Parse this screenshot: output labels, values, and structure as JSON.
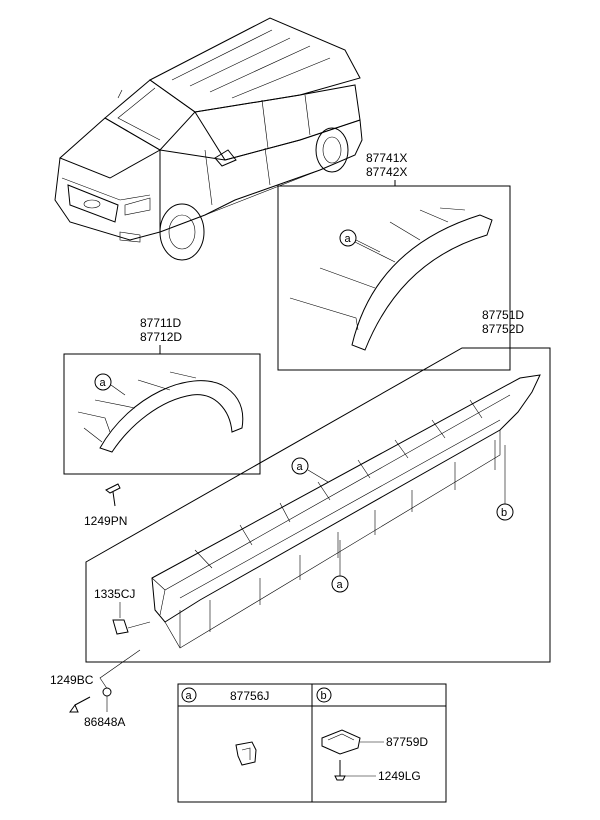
{
  "callouts": {
    "rear_arch": [
      "87741X",
      "87742X"
    ],
    "front_arch": [
      "87711D",
      "87712D"
    ],
    "side_sill": [
      "87751D",
      "87752D"
    ]
  },
  "fasteners": {
    "front_arch_screw": "1249PN",
    "sill_clip": "1335CJ",
    "bottom_screw": "1249BC",
    "bottom_nut": "86848A"
  },
  "markers": {
    "a": "a",
    "b": "b"
  },
  "legend": {
    "col_a_key": "a",
    "col_a_part": "87756J",
    "col_b_key": "b",
    "col_b_parts": [
      "87759D",
      "1249LG"
    ]
  }
}
